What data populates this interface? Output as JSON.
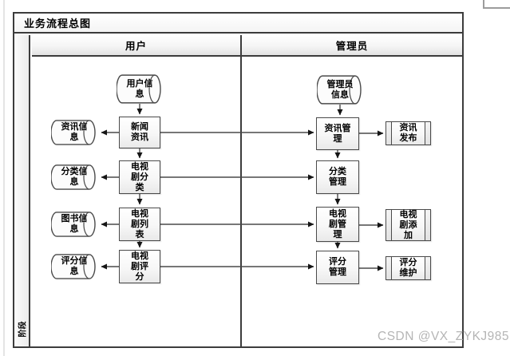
{
  "diagram": {
    "title": "业务流程总图",
    "band_label": "阶段",
    "lanes": [
      {
        "label": "用户"
      },
      {
        "label": "管理员"
      }
    ],
    "nodes": {
      "user_info": {
        "type": "stored-data",
        "label": "用户信\n息"
      },
      "news": {
        "type": "process",
        "label": "新闻\n资讯"
      },
      "info_doc": {
        "type": "stored-data",
        "label": "资讯信\n息"
      },
      "tv_category": {
        "type": "process",
        "label": "电视\n剧分\n类"
      },
      "category_doc": {
        "type": "stored-data",
        "label": "分类信\n息"
      },
      "tv_list": {
        "type": "process",
        "label": "电视\n剧列\n表"
      },
      "book_doc": {
        "type": "stored-data",
        "label": "图书信\n息"
      },
      "tv_score": {
        "type": "process",
        "label": "电视\n剧评\n分"
      },
      "score_doc": {
        "type": "stored-data",
        "label": "评分信\n息"
      },
      "admin_info": {
        "type": "stored-data",
        "label": "管理员\n信息"
      },
      "info_mgmt": {
        "type": "process",
        "label": "资讯管\n理"
      },
      "info_publish": {
        "type": "predefined",
        "label": "资讯\n发布"
      },
      "category_mgmt": {
        "type": "process",
        "label": "分类\n管理"
      },
      "tv_mgmt": {
        "type": "process",
        "label": "电视\n剧管\n理"
      },
      "tv_add": {
        "type": "predefined",
        "label": "电视\n剧添\n加"
      },
      "score_mgmt": {
        "type": "process",
        "label": "评分\n管理"
      },
      "score_maint": {
        "type": "predefined",
        "label": "评分\n维护"
      }
    },
    "line_color": "#4a4a4a"
  },
  "watermark": {
    "text": "CSDN @VX_ZYKJ985",
    "color": "#b5b5b5"
  }
}
